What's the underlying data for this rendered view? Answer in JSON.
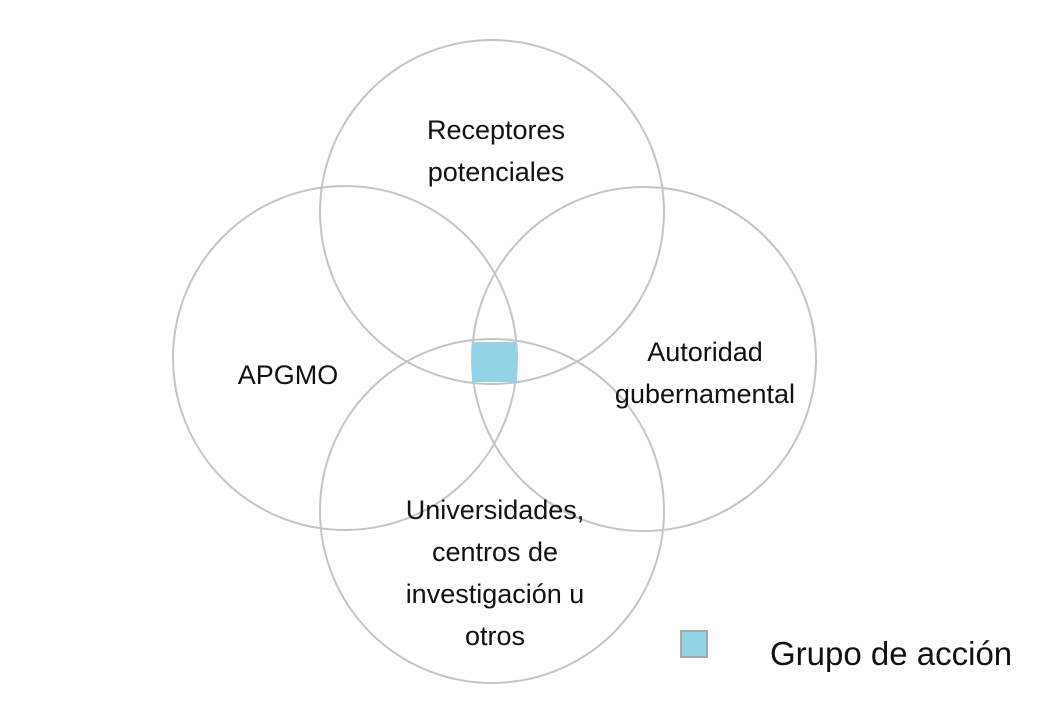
{
  "diagram": {
    "circles": {
      "top": {
        "lines": [
          "Receptores",
          "potenciales"
        ]
      },
      "left": {
        "lines": [
          "APGMO"
        ]
      },
      "right": {
        "lines": [
          "Autoridad",
          "gubernamental"
        ]
      },
      "bottom": {
        "lines": [
          "Universidades,",
          "centros de",
          "investigación u",
          "otros"
        ]
      }
    },
    "intersection": {
      "color": "#90d4e6"
    },
    "circle_stroke_color": "#c4c4c4"
  },
  "legend": {
    "label": "Grupo de acción",
    "swatch_color": "#90d4e6"
  }
}
